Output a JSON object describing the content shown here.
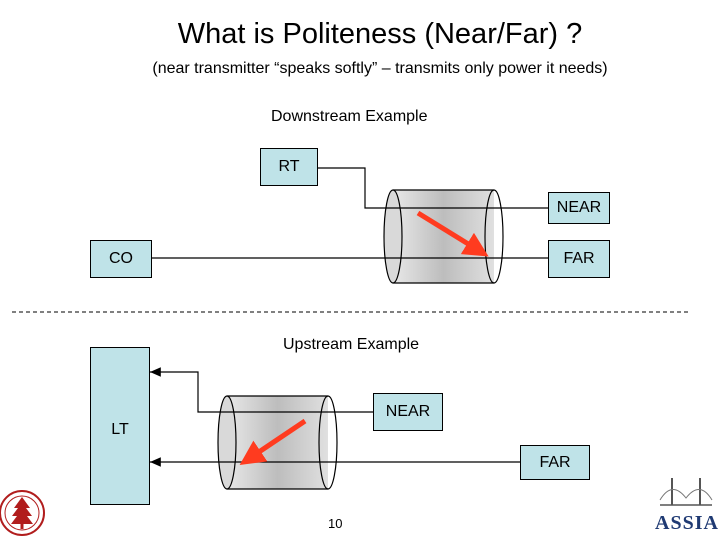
{
  "title": "What is Politeness (Near/Far) ?",
  "subtitle": "(near transmitter “speaks softly” – transmits only power it needs)",
  "downstream": {
    "heading": "Downstream Example",
    "rt_label": "RT",
    "near_label": "NEAR",
    "co_label": "CO",
    "far_label": "FAR"
  },
  "upstream": {
    "heading": "Upstream Example",
    "lt_label": "LT",
    "near_label": "NEAR",
    "far_label": "FAR"
  },
  "page_number": "10",
  "logos": {
    "left": "stanford-seal-icon",
    "right": "ASSIA"
  },
  "colors": {
    "box_fill": "#bfe3e8",
    "cable_fill": "#c9c9c9",
    "arrow": "#ff3b1f"
  }
}
